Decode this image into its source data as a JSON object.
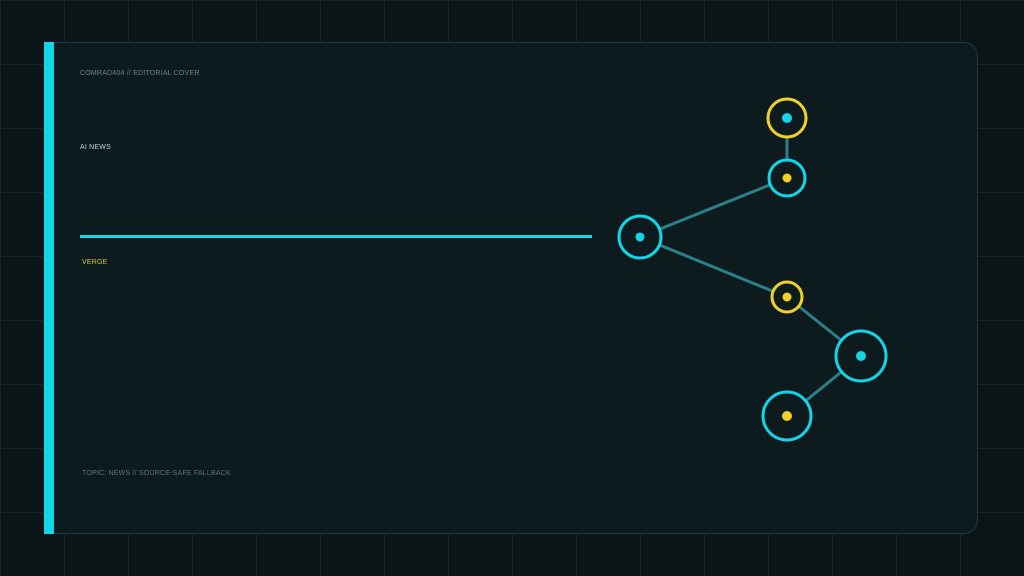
{
  "kicker": "COMRAD404 // EDITORIAL COVER",
  "section": "AI NEWS",
  "source": "VERGE",
  "footer": "TOPIC: NEWS // SOURCE-SAFE FALLBACK",
  "colors": {
    "accent": "#12d6e6",
    "highlight": "#f0d12a",
    "edge": "#2b7f86",
    "card": "#0d1b1f"
  }
}
